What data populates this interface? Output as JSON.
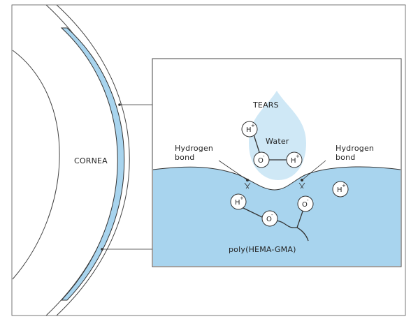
{
  "labels": {
    "cornea": "CORNEA",
    "tears": "TEARS",
    "water": "Water",
    "hydrogen_bond_left_1": "Hydrogen",
    "hydrogen_bond_left_2": "bond",
    "hydrogen_bond_right_1": "Hydrogen",
    "hydrogen_bond_right_2": "bond",
    "polymer": "poly(HEMA-GMA)"
  },
  "atoms": {
    "h": "H",
    "o": "O",
    "plus": "+",
    "minus": "-"
  },
  "colors": {
    "tears_blue": "#cfe8f6",
    "lens_blue": "#a8d4ee",
    "outline": "#333333"
  }
}
